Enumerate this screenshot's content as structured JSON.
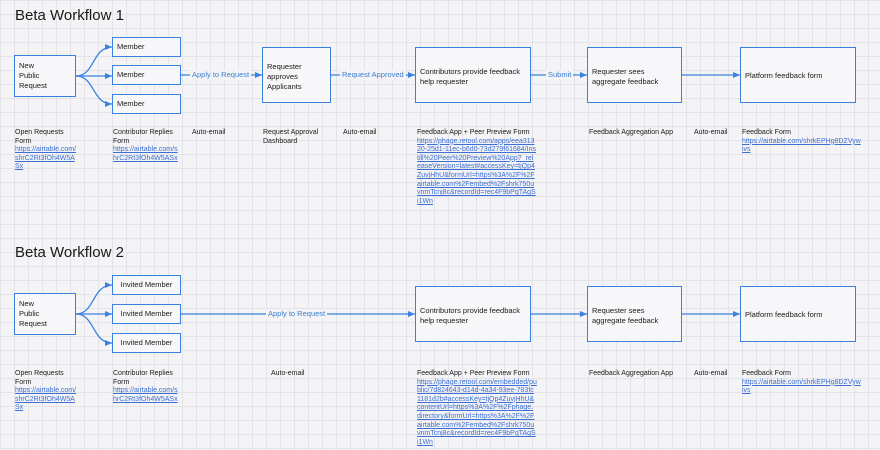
{
  "workflows": [
    {
      "title": "Beta Workflow 1",
      "nodes": {
        "new_request": "New\nPublic\nRequest",
        "member_1": "Member",
        "member_2": "Member",
        "member_3": "Member",
        "requester_approves": "Requester\napproves\nApplicants",
        "contributors": "Contributors provide feedback\nhelp requester",
        "aggregate": "Requester sees\naggregate feedback",
        "platform": "Platform feedback form"
      },
      "edge_labels": {
        "apply": "Apply to Request",
        "approved": "Request Approved",
        "submit": "Submit"
      },
      "annotations": {
        "open_requests": {
          "label": "Open Requests\nForm",
          "link": "https://airtable.com/shrC2Rt3fOh4W5ASx"
        },
        "contributor_replies": {
          "label": "Contributor Replies\nForm",
          "link": "https://airtable.com/shrC2Rt3fOh4W5ASx"
        },
        "auto_email_1": {
          "label": "Auto-email"
        },
        "approval_dashboard": {
          "label": "Request Approval\nDashboard"
        },
        "auto_email_2": {
          "label": "Auto-email"
        },
        "feedback_app": {
          "label": "Feedback App + Peer Preview Form",
          "link": "https://phage.retool.com/apps/eea31320-25d1-11ec-b6d0-73d279f61684/Instill%20Peer%20Preview%20App?_releaseVersion=latest#accessKey=tjQp4ZuvjHhU&formUrl=https%3A%2F%2Fairtable.com%2Fembed%2Fshrk750uvnmTcnj8c&recordId=rec4F9bPqTAgSi1Wn"
        },
        "aggregation_app": {
          "label": "Feedback Aggregation App"
        },
        "auto_email_3": {
          "label": "Auto-email"
        },
        "feedback_form": {
          "label": "Feedback Form",
          "link": "https://airtable.com/shrkEPHg8DZVywivs"
        }
      }
    },
    {
      "title": "Beta Workflow 2",
      "nodes": {
        "new_request": "New\nPublic\nRequest",
        "member_1": "Invited Member",
        "member_2": "Invited Member",
        "member_3": "Invited Member",
        "contributors": "Contributors provide feedback\nhelp requester",
        "aggregate": "Requester sees\naggregate feedback",
        "platform": "Platform feedback form"
      },
      "edge_labels": {
        "apply": "Apply to Request"
      },
      "annotations": {
        "open_requests": {
          "label": "Open Requests\nForm",
          "link": "https://airtable.com/shrC2Rt3fOh4W5ASx"
        },
        "contributor_replies": {
          "label": "Contributor Replies\nForm",
          "link": "https://airtable.com/shrC2Rt3fOh4W5ASx"
        },
        "auto_email_1": {
          "label": "Auto-email"
        },
        "feedback_app": {
          "label": "Feedback App + Peer Preview Form",
          "link": "https://phage.retool.com/embedded/public/7d824643-d14d-4a34-93ee-783fc1181d2b#accessKey=tjQp4ZuvjHhU&contentUrl=https%3A%2F%2Fphage.directory&formUrl=https%3A%2F%2Fairtable.com%2Fembed%2Fshrk750uvnmTcnj8c&recordId=rec4F9bPqTAgSi1Wn"
        },
        "aggregation_app": {
          "label": "Feedback Aggregation App"
        },
        "auto_email_3": {
          "label": "Auto-email"
        },
        "feedback_form": {
          "label": "Feedback Form",
          "link": "https://airtable.com/shrkEPHg8DZVywivs"
        }
      }
    }
  ],
  "colors": {
    "accent": "#3b82e0",
    "link": "#3b6fd4",
    "edge_label": "#3b7fd0"
  }
}
